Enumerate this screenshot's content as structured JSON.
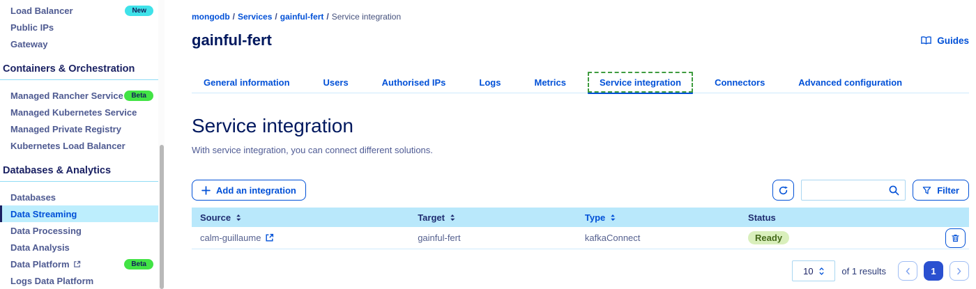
{
  "sidebar": {
    "items": [
      {
        "label": "Load Balancer",
        "badge": "New"
      },
      {
        "label": "Public IPs"
      },
      {
        "label": "Gateway"
      },
      {
        "header": "Containers & Orchestration"
      },
      {
        "label": "Managed Rancher Service",
        "badge": "Beta"
      },
      {
        "label": "Managed Kubernetes Service"
      },
      {
        "label": "Managed Private Registry"
      },
      {
        "label": "Kubernetes Load Balancer"
      },
      {
        "header": "Databases & Analytics"
      },
      {
        "label": "Databases"
      },
      {
        "label": "Data Streaming",
        "selected": true
      },
      {
        "label": "Data Processing"
      },
      {
        "label": "Data Analysis"
      },
      {
        "label": "Data Platform",
        "external": true,
        "badge": "Beta"
      },
      {
        "label": "Logs Data Platform"
      }
    ]
  },
  "breadcrumb": {
    "links": [
      "mongodb",
      "Services",
      "gainful-fert"
    ],
    "current": "Service integration",
    "separator": "/"
  },
  "header": {
    "title": "gainful-fert",
    "guides_label": "Guides"
  },
  "tabs": [
    {
      "label": "General information"
    },
    {
      "label": "Users"
    },
    {
      "label": "Authorised IPs"
    },
    {
      "label": "Logs"
    },
    {
      "label": "Metrics"
    },
    {
      "label": "Service integration",
      "active": true
    },
    {
      "label": "Connectors"
    },
    {
      "label": "Advanced configuration"
    }
  ],
  "section": {
    "title": "Service integration",
    "description": "With service integration, you can connect different solutions."
  },
  "toolbar": {
    "add_label": "Add an integration",
    "filter_label": "Filter",
    "search_placeholder": ""
  },
  "table": {
    "columns": [
      {
        "label": "Source",
        "sortable": true
      },
      {
        "label": "Target",
        "sortable": true
      },
      {
        "label": "Type",
        "sortable": true,
        "active_sort": true
      },
      {
        "label": "Status",
        "sortable": false
      }
    ],
    "rows": [
      {
        "source": "calm-guillaume",
        "source_external": true,
        "target": "gainful-fert",
        "type": "kafkaConnect",
        "status": "Ready"
      }
    ]
  },
  "pagination": {
    "page_size": "10",
    "results_text": "of 1 results",
    "current_page": "1"
  },
  "colors": {
    "accent": "#0050d7",
    "heading": "#00185e",
    "badge_new": "#3fe2e9",
    "badge_beta": "#42e345",
    "status_ready_bg": "#d9efbc",
    "status_ready_text": "#44691a",
    "table_header_bg": "#b9e8fb",
    "sidebar_selected_bg": "#bdeefd",
    "active_page_bg": "#2a50d0"
  }
}
